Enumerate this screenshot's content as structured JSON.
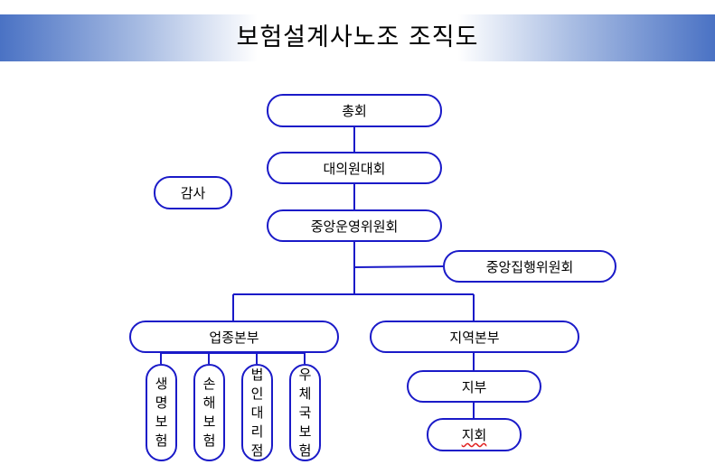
{
  "title": "보험설계사노조 조직도",
  "nodes": {
    "general_assembly": "총회",
    "delegates_assembly": "대의원대회",
    "central_operating_committee": "중앙운영위원회",
    "audit": "감사",
    "central_executive_committee": "중앙집행위원회",
    "industry_hq": "업종본부",
    "regional_hq": "지역본부",
    "branch": "지부",
    "chapter": "지회",
    "life_insurance": "생명보험",
    "non_life_insurance": "손해보험",
    "corporate_agency": "법인대리점",
    "postal_insurance": "우체국보험"
  },
  "colors": {
    "border": "#1a1ac8",
    "title_gradient_edge": "#4a72c4"
  }
}
